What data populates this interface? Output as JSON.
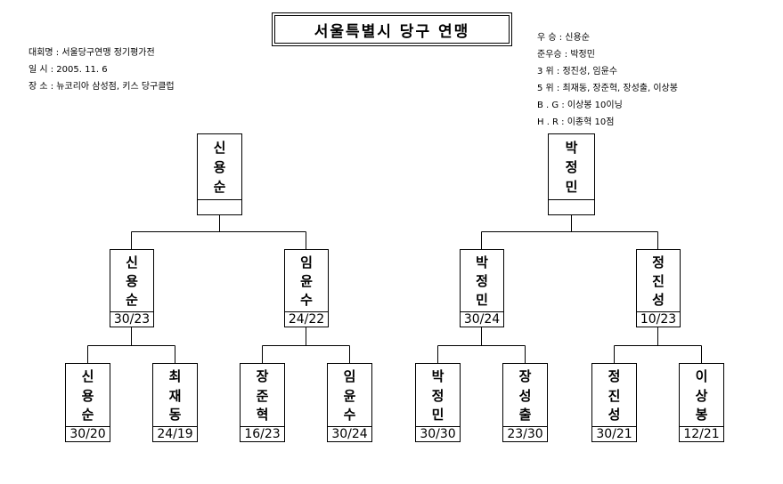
{
  "title": "서울특별시 당구 연맹",
  "event_info": [
    "대회명 : 서울당구연맹 정기평가전",
    "일    시 : 2005. 11.   6",
    "장    소 : 뉴코리아 삼성점, 키스 당구클럽"
  ],
  "results": [
    "우    승 : 신용순",
    "준우승 : 박정민",
    "3      위 : 정진성,  임윤수",
    "5      위 : 최재동,  장준혁,  장성출,  이상봉",
    "B . G : 이상봉  10이닝",
    "H . R : 이종혁  10점"
  ],
  "bracket": {
    "finals": [
      {
        "id": "final-left",
        "chars": [
          "신",
          "용",
          "순"
        ],
        "score": ""
      },
      {
        "id": "final-right",
        "chars": [
          "박",
          "정",
          "민"
        ],
        "score": ""
      }
    ],
    "semis": [
      {
        "id": "semi-1",
        "chars": [
          "신",
          "용",
          "순"
        ],
        "score": "30/23"
      },
      {
        "id": "semi-2",
        "chars": [
          "임",
          "윤",
          "수"
        ],
        "score": "24/22"
      },
      {
        "id": "semi-3",
        "chars": [
          "박",
          "정",
          "민"
        ],
        "score": "30/24"
      },
      {
        "id": "semi-4",
        "chars": [
          "정",
          "진",
          "성"
        ],
        "score": "10/23"
      }
    ],
    "quarters": [
      {
        "id": "quarter-1",
        "chars": [
          "신",
          "용",
          "순"
        ],
        "score": "30/20"
      },
      {
        "id": "quarter-2",
        "chars": [
          "최",
          "재",
          "동"
        ],
        "score": "24/19"
      },
      {
        "id": "quarter-3",
        "chars": [
          "장",
          "준",
          "혁"
        ],
        "score": "16/23"
      },
      {
        "id": "quarter-4",
        "chars": [
          "임",
          "윤",
          "수"
        ],
        "score": "30/24"
      },
      {
        "id": "quarter-5",
        "chars": [
          "박",
          "정",
          "민"
        ],
        "score": "30/30"
      },
      {
        "id": "quarter-6",
        "chars": [
          "장",
          "성",
          "출"
        ],
        "score": "23/30"
      },
      {
        "id": "quarter-7",
        "chars": [
          "정",
          "진",
          "성"
        ],
        "score": "30/21"
      },
      {
        "id": "quarter-8",
        "chars": [
          "이",
          "상",
          "봉"
        ],
        "score": "12/21"
      }
    ]
  }
}
